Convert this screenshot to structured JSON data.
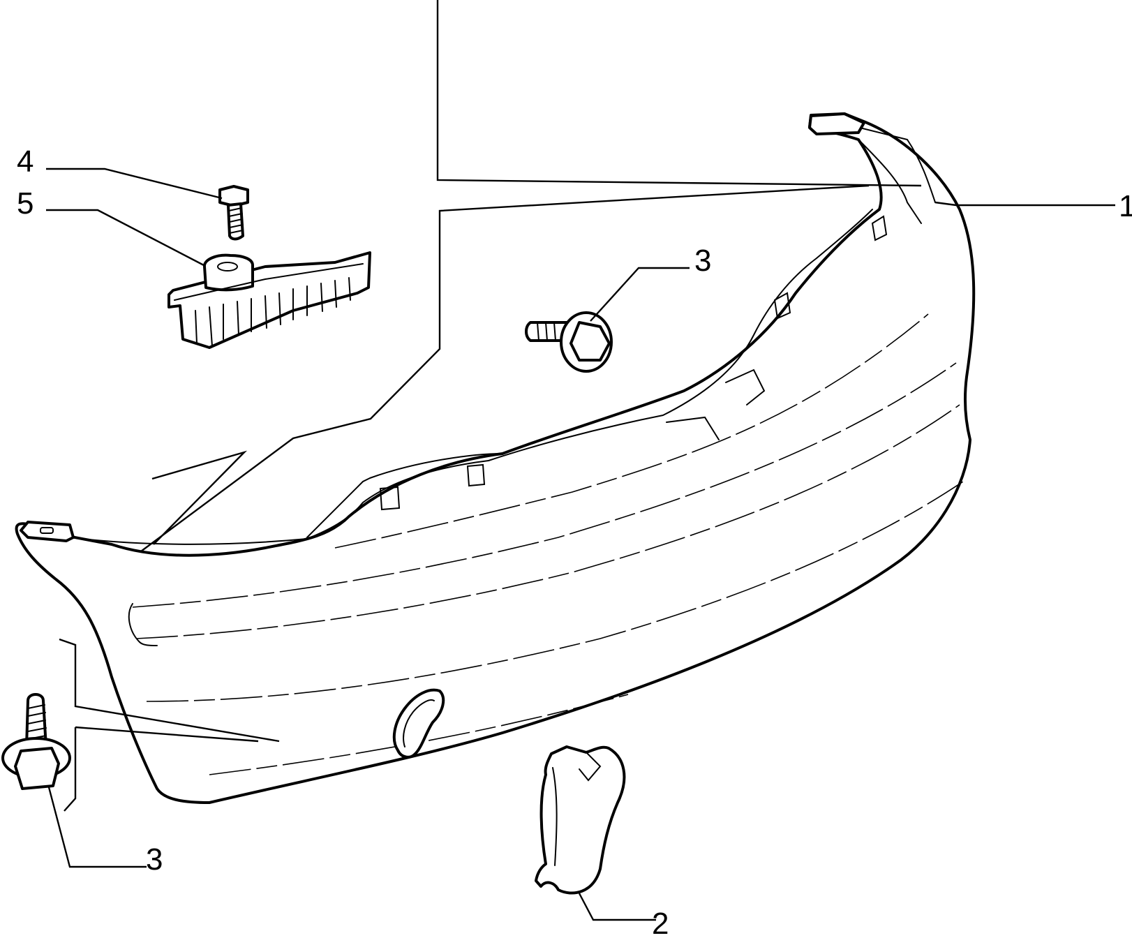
{
  "callouts": {
    "part_1": "1",
    "part_2": "2",
    "part_3_upper": "3",
    "part_3_lower": "3",
    "part_4": "4",
    "part_5": "5"
  },
  "parts": [
    {
      "id": "1",
      "name": "bumper-cover"
    },
    {
      "id": "2",
      "name": "tow-hook-cover"
    },
    {
      "id": "3",
      "name": "flange-screw"
    },
    {
      "id": "4",
      "name": "bolt"
    },
    {
      "id": "5",
      "name": "side-bracket"
    }
  ],
  "colors": {
    "line": "#000000",
    "background": "#ffffff"
  }
}
